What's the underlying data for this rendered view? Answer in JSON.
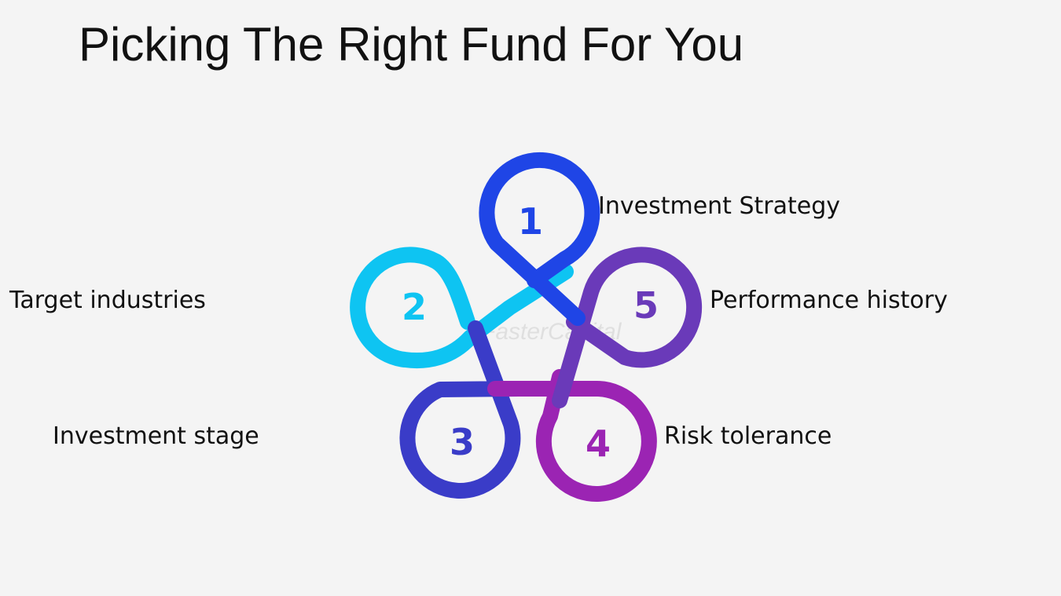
{
  "title": "Picking The Right Fund For You",
  "watermark": "FasterCapital",
  "steps": [
    {
      "number": "1",
      "label": "Investment Strategy",
      "color": "#1f45e6"
    },
    {
      "number": "2",
      "label": "Target industries",
      "color": "#0ec4f2"
    },
    {
      "number": "3",
      "label": "Investment stage",
      "color": "#3a3cc8"
    },
    {
      "number": "4",
      "label": "Risk tolerance",
      "color": "#9b24b3"
    },
    {
      "number": "5",
      "label": "Performance history",
      "color": "#6a3ab9"
    }
  ]
}
